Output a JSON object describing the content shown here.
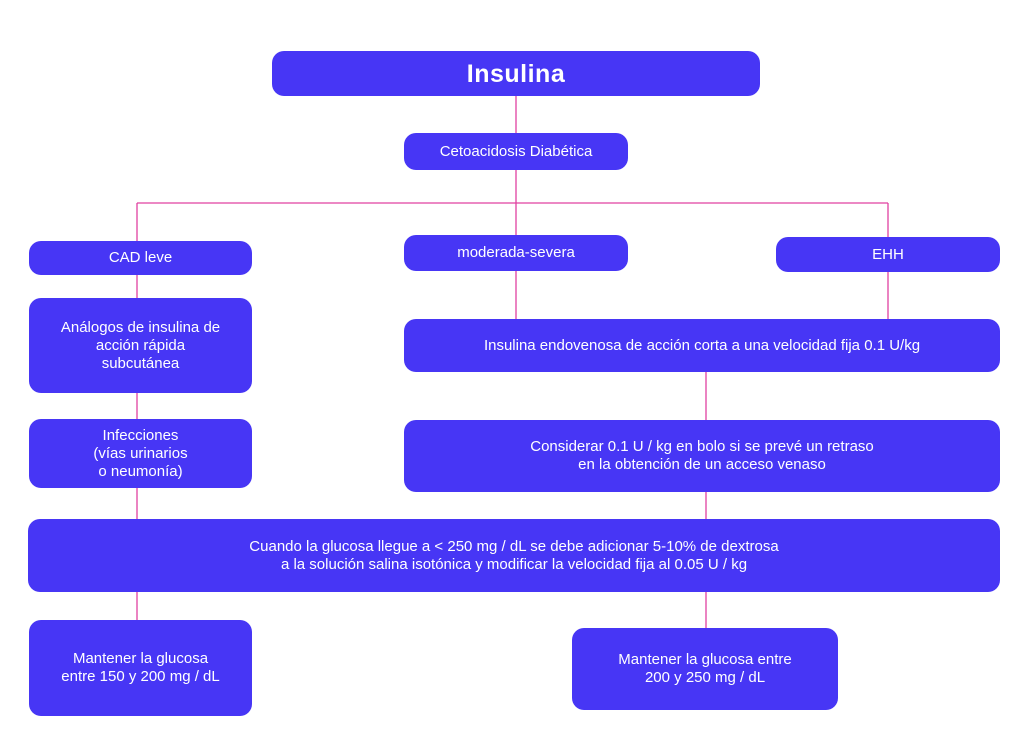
{
  "colors": {
    "node": "#4736F5",
    "connector": "#E040A0",
    "text": "#ffffff",
    "background": "#ffffff"
  },
  "nodes": {
    "root": "Insulina",
    "cetoacidosis": "Cetoacidosis Diabética",
    "cad_leve": "CAD leve",
    "moderada": "moderada-severa",
    "ehh": "EHH",
    "analogos": "Análogos de insulina de\nacción rápida\nsubcutánea",
    "insulina_ev": "Insulina endovenosa de acción corta a una velocidad fija 0.1 U/kg",
    "infecciones": "Infecciones\n(vías urinarios\no neumonía)",
    "considerar": "Considerar 0.1 U / kg en bolo si se prevé un retraso\nen la obtención de un acceso venaso",
    "cuando": "Cuando la glucosa llegue a < 250 mg / dL se debe adicionar 5-10% de dextrosa\na la solución salina isotónica y modificar la velocidad fija al 0.05 U / kg",
    "mantener_150": "Mantener la glucosa\nentre 150 y 200 mg / dL",
    "mantener_200": "Mantener la glucosa entre\n200 y 250 mg / dL"
  }
}
